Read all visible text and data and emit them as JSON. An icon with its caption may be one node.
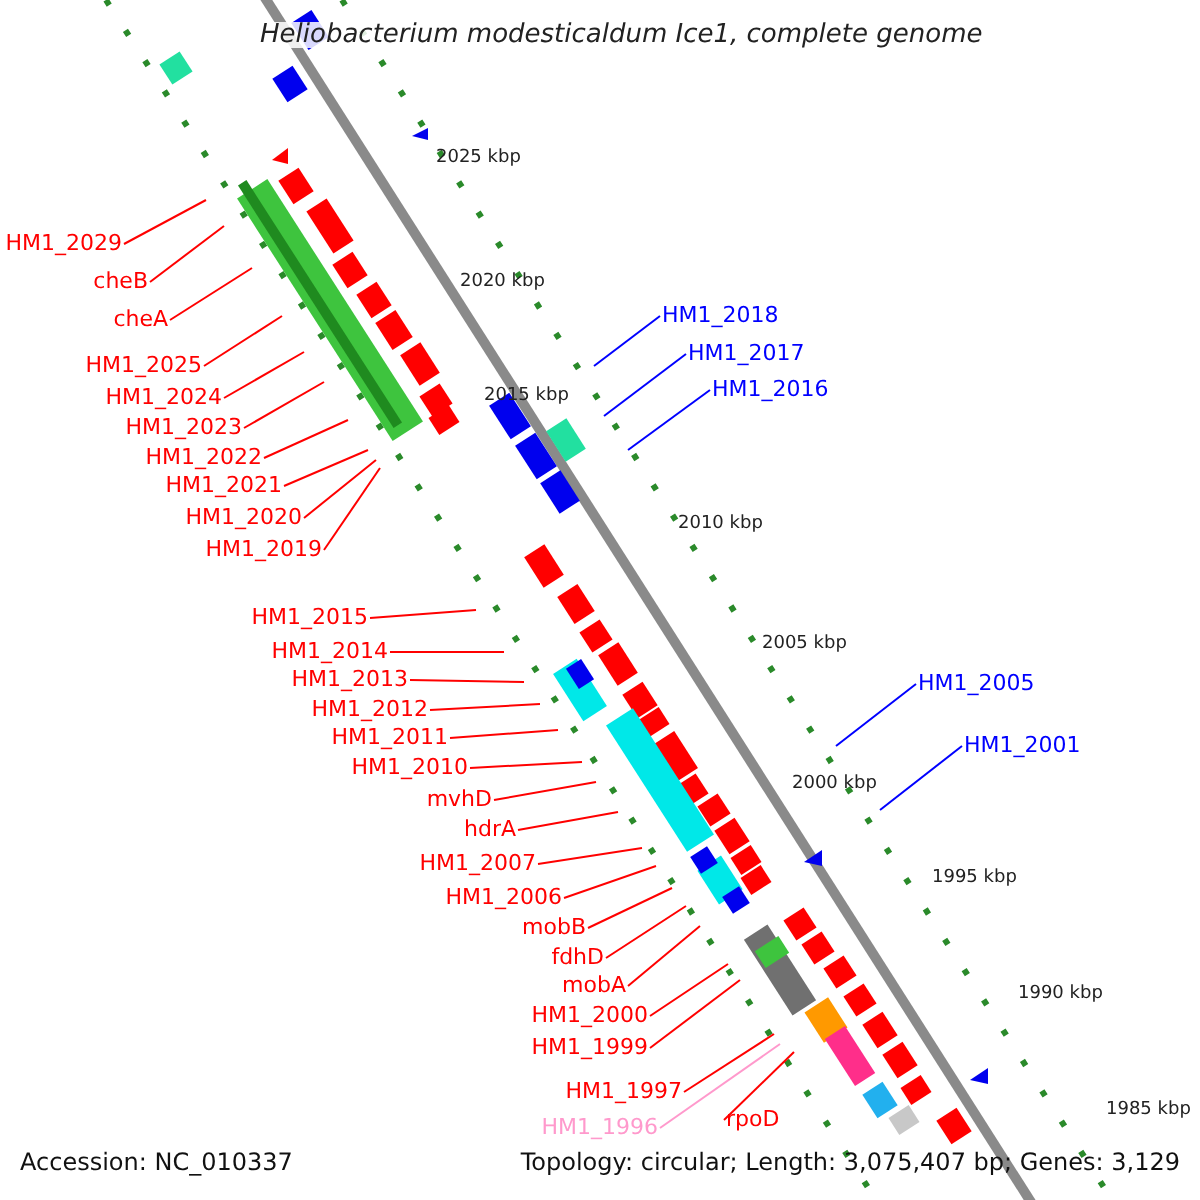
{
  "diagram": {
    "title": "Heliobacterium modesticaldum Ice1, complete genome",
    "nodes": [
      {
        "text": [
          "HM1_2029"
        ]
      },
      {
        "text": [
          "cheB"
        ]
      },
      {
        "text": [
          "cheA"
        ]
      },
      {
        "text": [
          "HM1_2025"
        ]
      },
      {
        "text": [
          "HM1_2024"
        ]
      },
      {
        "text": [
          "HM1_2023"
        ]
      },
      {
        "text": [
          "HM1_2022"
        ]
      },
      {
        "text": [
          "HM1_2021"
        ]
      },
      {
        "text": [
          "HM1_2020"
        ]
      },
      {
        "text": [
          "HM1_2019"
        ]
      },
      {
        "text": [
          "HM1_2015"
        ]
      },
      {
        "text": [
          "HM1_2014"
        ]
      },
      {
        "text": [
          "HM1_2013"
        ]
      },
      {
        "text": [
          "HM1_2012"
        ]
      },
      {
        "text": [
          "HM1_2011"
        ]
      },
      {
        "text": [
          "HM1_2010"
        ]
      },
      {
        "text": [
          "mvhD"
        ]
      },
      {
        "text": [
          "hdrA"
        ]
      },
      {
        "text": [
          "HM1_2007"
        ]
      },
      {
        "text": [
          "HM1_2006"
        ]
      },
      {
        "text": [
          "mobB"
        ]
      },
      {
        "text": [
          "fdhD"
        ]
      },
      {
        "text": [
          "mobA"
        ]
      },
      {
        "text": [
          "HM1_2000"
        ]
      },
      {
        "text": [
          "HM1_1999"
        ]
      },
      {
        "text": [
          "HM1_1997"
        ]
      },
      {
        "text": [
          "HM1_1996"
        ]
      },
      {
        "text": [
          "rpoD"
        ]
      },
      {
        "text": [
          "HM1_2018"
        ]
      },
      {
        "text": [
          "HM1_2017"
        ]
      },
      {
        "text": [
          "HM1_2016"
        ]
      },
      {
        "text": [
          "HM1_2005"
        ]
      },
      {
        "text": [
          "HM1_2001"
        ]
      }
    ],
    "edges": [
      {
        "from": 0,
        "to": null,
        "arrow": "none"
      },
      {
        "from": 1,
        "to": null,
        "arrow": "none"
      },
      {
        "from": 2,
        "to": null,
        "arrow": "none"
      },
      {
        "from": 3,
        "to": null,
        "arrow": "none"
      },
      {
        "from": 4,
        "to": null,
        "arrow": "none"
      },
      {
        "from": 5,
        "to": null,
        "arrow": "none"
      },
      {
        "from": 6,
        "to": null,
        "arrow": "none"
      },
      {
        "from": 7,
        "to": null,
        "arrow": "none"
      },
      {
        "from": 8,
        "to": null,
        "arrow": "none"
      },
      {
        "from": 9,
        "to": null,
        "arrow": "none"
      },
      {
        "from": 10,
        "to": null,
        "arrow": "none"
      },
      {
        "from": 11,
        "to": null,
        "arrow": "none"
      },
      {
        "from": 12,
        "to": null,
        "arrow": "none"
      },
      {
        "from": 13,
        "to": null,
        "arrow": "none"
      },
      {
        "from": 14,
        "to": null,
        "arrow": "none"
      },
      {
        "from": 15,
        "to": null,
        "arrow": "none"
      },
      {
        "from": 16,
        "to": null,
        "arrow": "none"
      },
      {
        "from": 17,
        "to": null,
        "arrow": "none"
      },
      {
        "from": 18,
        "to": null,
        "arrow": "none"
      },
      {
        "from": 19,
        "to": null,
        "arrow": "none"
      },
      {
        "from": 20,
        "to": null,
        "arrow": "none"
      },
      {
        "from": 21,
        "to": null,
        "arrow": "none"
      },
      {
        "from": 22,
        "to": null,
        "arrow": "none"
      },
      {
        "from": 23,
        "to": null,
        "arrow": "none"
      },
      {
        "from": 24,
        "to": null,
        "arrow": "none"
      },
      {
        "from": 25,
        "to": null,
        "arrow": "none"
      },
      {
        "from": 26,
        "to": null,
        "arrow": "none",
        "color": "#ff99cc"
      },
      {
        "from": 27,
        "to": null,
        "arrow": "none"
      },
      {
        "from": 28,
        "to": null,
        "arrow": "none",
        "color": "#0000ff"
      },
      {
        "from": 29,
        "to": null,
        "arrow": "none",
        "color": "#0000ff"
      },
      {
        "from": 30,
        "to": null,
        "arrow": "none",
        "color": "#0000ff"
      },
      {
        "from": 31,
        "to": null,
        "arrow": "none",
        "color": "#0000ff"
      },
      {
        "from": 32,
        "to": null,
        "arrow": "none",
        "color": "#0000ff"
      }
    ],
    "labels": [
      "2025 kbp",
      "2020 kbp",
      "2015 kbp",
      "2010 kbp",
      "2005 kbp",
      "2000 kbp",
      "1995 kbp",
      "1990 kbp",
      "1985 kbp",
      "Accession: NC_010337",
      "Topology: circular; Length: 3,075,407 bp; Genes: 3,129"
    ]
  }
}
